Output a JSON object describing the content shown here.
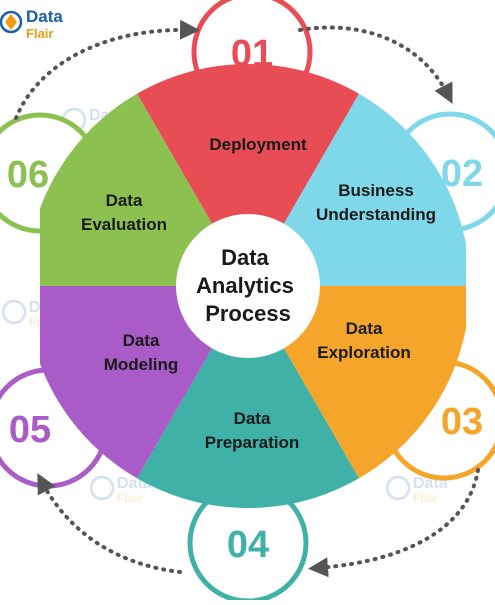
{
  "logo": {
    "line1": "Data",
    "line2": "Flair",
    "color_primary": "#1a5fa8",
    "color_accent": "#f39c12"
  },
  "center": {
    "lines": [
      "Data",
      "Analytics",
      "Process"
    ]
  },
  "steps": [
    {
      "number": "01",
      "lines": [
        "Deployment"
      ],
      "color": "#e84c54"
    },
    {
      "number": "02",
      "lines": [
        "Business",
        "Understanding"
      ],
      "color": "#7fd8ea"
    },
    {
      "number": "03",
      "lines": [
        "Data",
        "Exploration"
      ],
      "color": "#f5a52a"
    },
    {
      "number": "04",
      "lines": [
        "Data",
        "Preparation"
      ],
      "color": "#3fb1a7"
    },
    {
      "number": "05",
      "lines": [
        "Data",
        "Modeling"
      ],
      "color": "#a95bc8"
    },
    {
      "number": "06",
      "lines": [
        "Data",
        "Evaluation"
      ],
      "color": "#8cc152"
    }
  ],
  "watermark": {
    "line1": "Data",
    "line2": "Flair"
  },
  "colors": {
    "arrow": "#555555",
    "center_fill": "#ffffff"
  }
}
